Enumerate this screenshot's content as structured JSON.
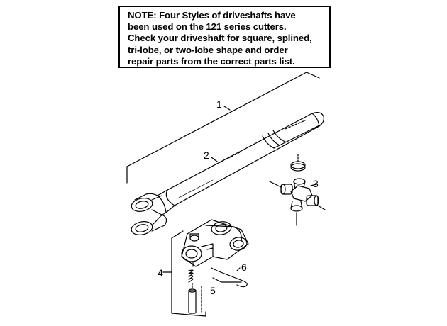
{
  "note": {
    "lines": [
      "NOTE: Four Styles of driveshafts have",
      "been used on the 121 series cutters.",
      "Check your driveshaft for square, splined,",
      "tri-lobe, or two-lobe  shape and order",
      "repair parts from the correct parts list."
    ]
  },
  "callouts": [
    "1",
    "2",
    "3",
    "4",
    "5",
    "6"
  ],
  "colors": {
    "ink": "#000000",
    "paper": "#ffffff"
  }
}
